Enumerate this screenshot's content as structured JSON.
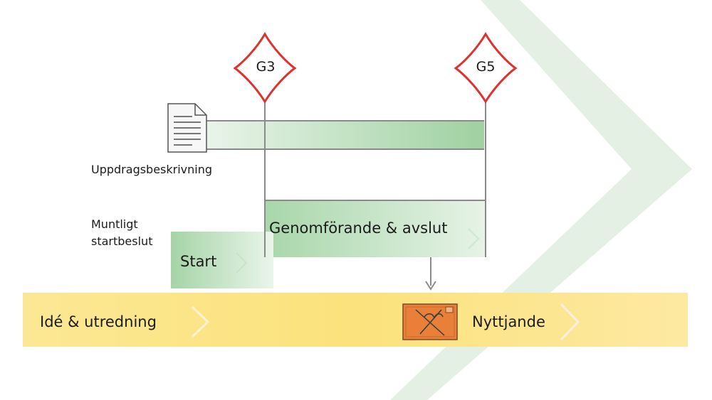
{
  "gates": [
    {
      "id": "G3",
      "label": "G3"
    },
    {
      "id": "G5",
      "label": "G5"
    }
  ],
  "labels": {
    "document": "Uppdragsbeskrivning",
    "verbal_decision_line1": "Muntligt",
    "verbal_decision_line2": "startbeslut",
    "start": "Start",
    "execution": "Genomförande & avslut",
    "idea": "Idé & utredning",
    "benefit": "Nyttjande"
  },
  "colors": {
    "gate_border": "#e03030",
    "green_light": "#e8f3e8",
    "green_mid": "#9ccf9e",
    "yellow_band": "#fbe48a",
    "package": "#e8803a",
    "chevron_bg": "#e3f0e3"
  },
  "icons": {
    "document": "document-icon",
    "package": "package-icon"
  }
}
